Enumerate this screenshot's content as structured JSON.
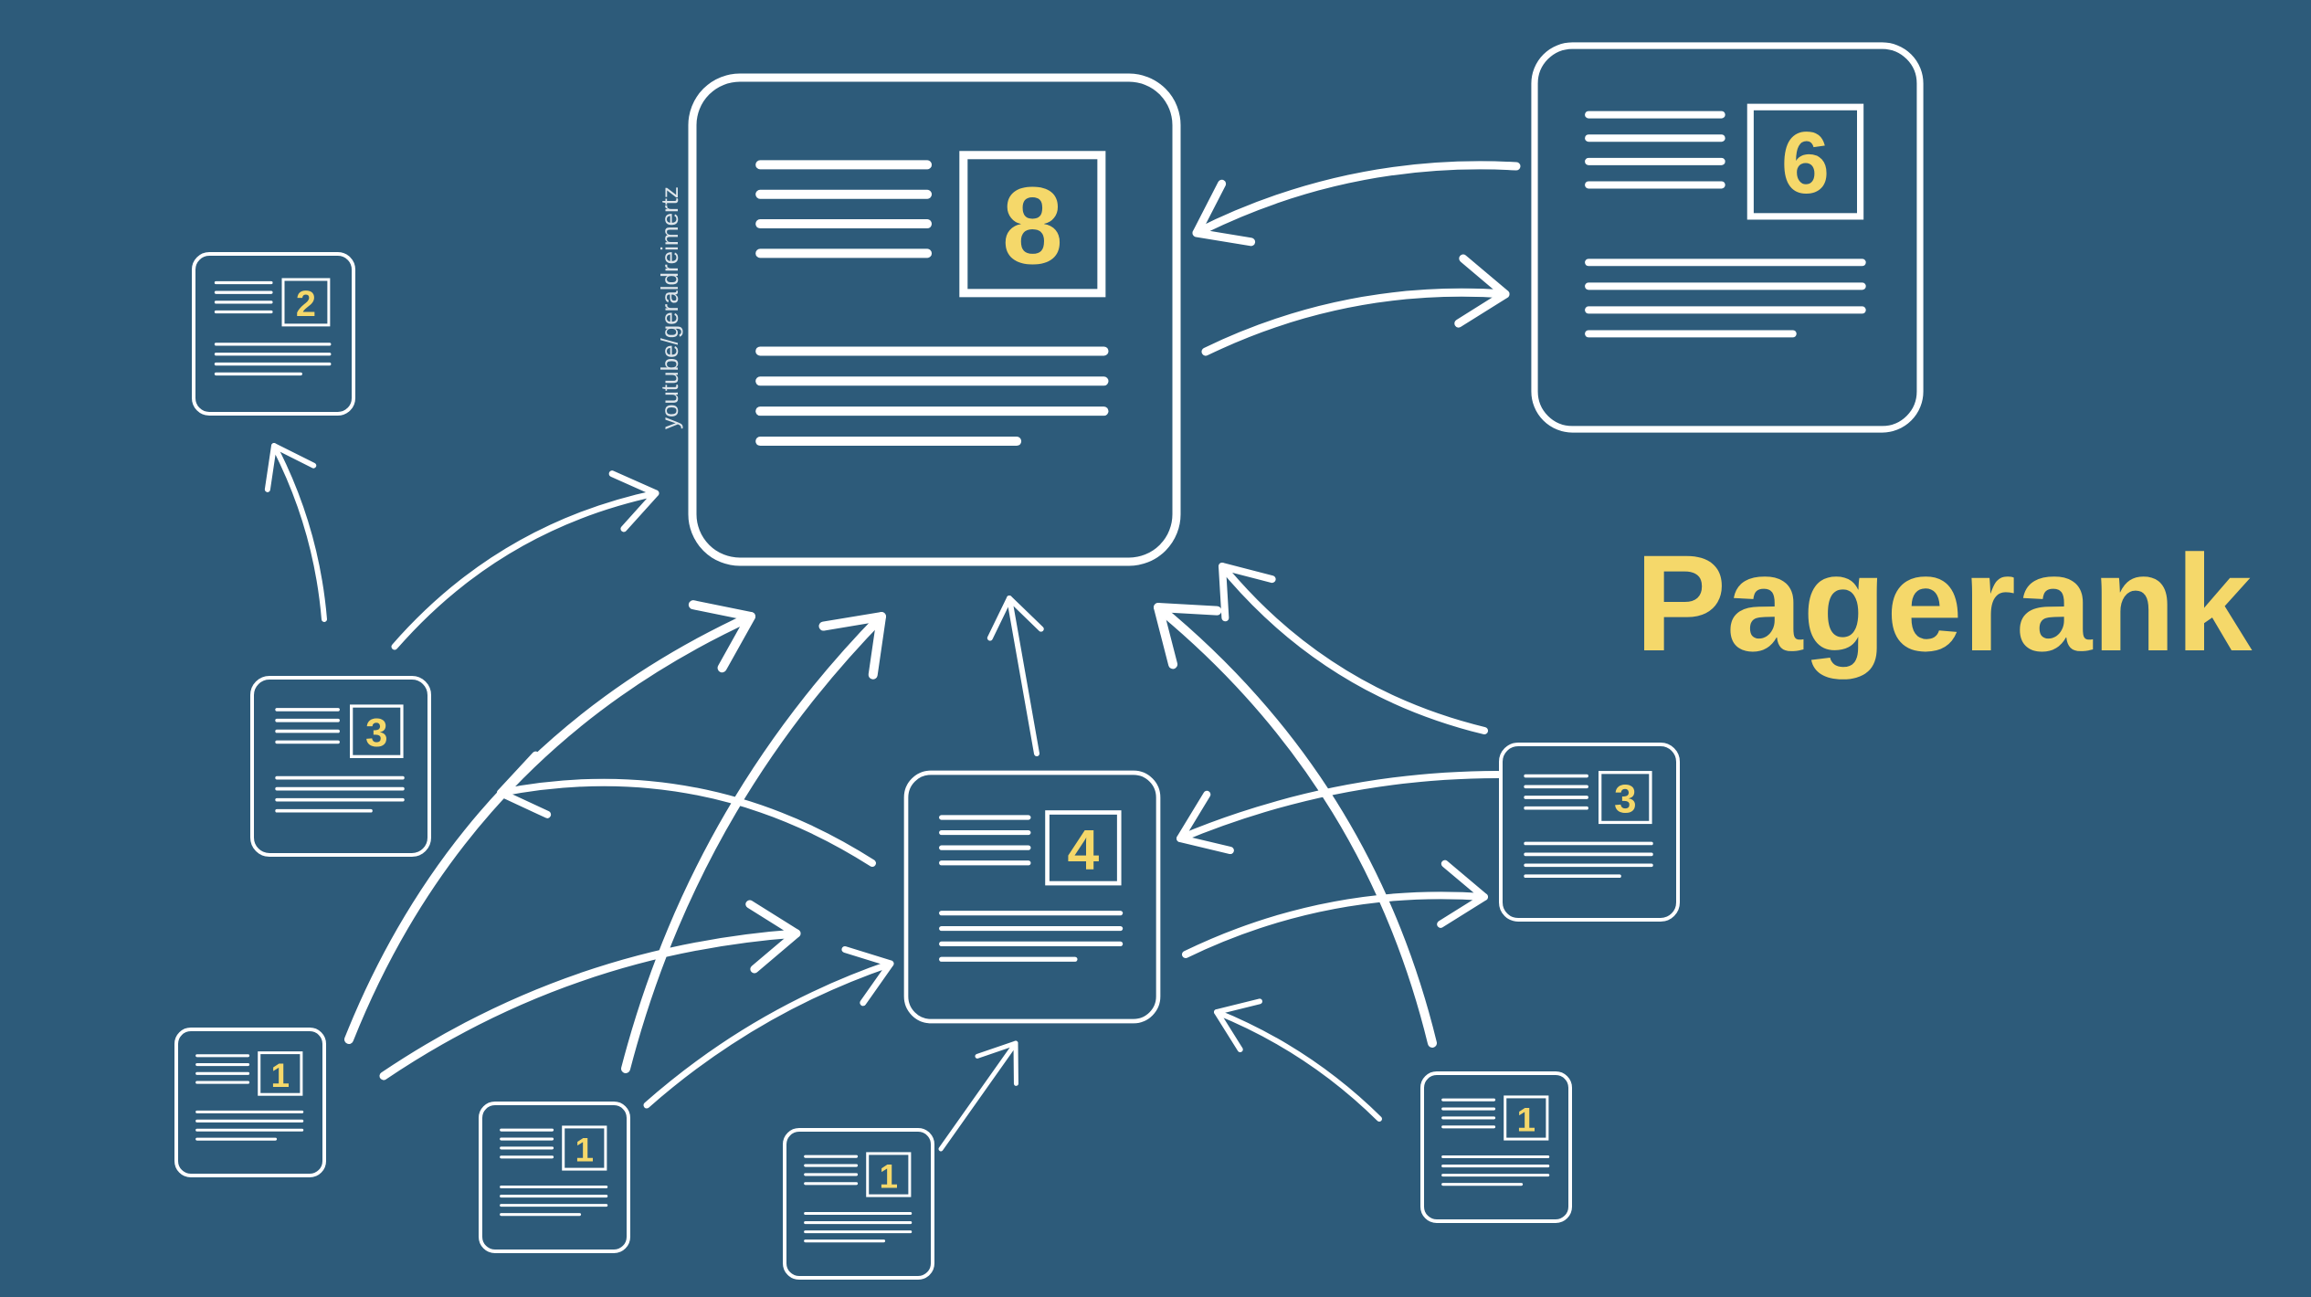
{
  "title": "Pagerank",
  "watermark": "youtube/geraldreimertz",
  "colors": {
    "background": "#2d5b7a",
    "accent": "#f5d86a",
    "stroke": "#ffffff"
  },
  "pages": [
    {
      "id": "main",
      "rank": "8"
    },
    {
      "id": "topright",
      "rank": "6"
    },
    {
      "id": "left-small",
      "rank": "2"
    },
    {
      "id": "left-mid",
      "rank": "3"
    },
    {
      "id": "center",
      "rank": "4"
    },
    {
      "id": "right-mid",
      "rank": "3"
    },
    {
      "id": "bottom-1",
      "rank": "1"
    },
    {
      "id": "bottom-2",
      "rank": "1"
    },
    {
      "id": "bottom-3",
      "rank": "1"
    },
    {
      "id": "bottom-4",
      "rank": "1"
    }
  ],
  "links": [
    {
      "from": "topright",
      "to": "main"
    },
    {
      "from": "main",
      "to": "topright"
    },
    {
      "from": "left-mid",
      "to": "left-small"
    },
    {
      "from": "left-mid",
      "to": "main"
    },
    {
      "from": "center",
      "to": "main"
    },
    {
      "from": "center",
      "to": "left-mid"
    },
    {
      "from": "center",
      "to": "right-mid"
    },
    {
      "from": "right-mid",
      "to": "center"
    },
    {
      "from": "right-mid",
      "to": "main"
    },
    {
      "from": "bottom-1",
      "to": "main"
    },
    {
      "from": "bottom-1",
      "to": "center"
    },
    {
      "from": "bottom-2",
      "to": "main"
    },
    {
      "from": "bottom-2",
      "to": "center"
    },
    {
      "from": "bottom-3",
      "to": "center"
    },
    {
      "from": "bottom-4",
      "to": "center"
    },
    {
      "from": "bottom-4",
      "to": "main"
    }
  ]
}
